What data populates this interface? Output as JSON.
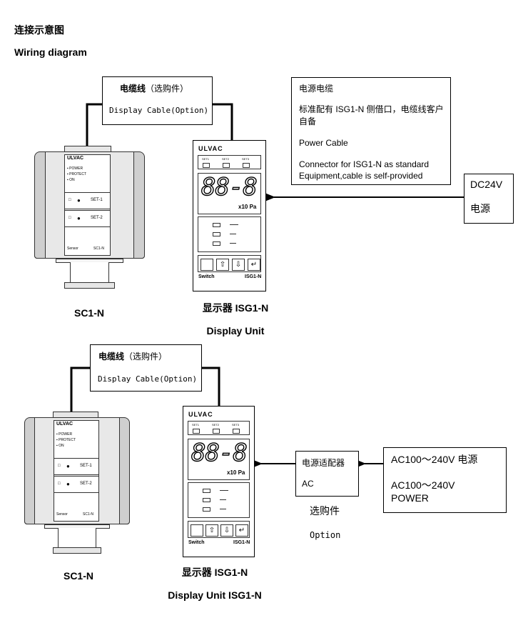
{
  "headings": {
    "cn": "连接示意图",
    "en": "Wiring diagram"
  },
  "brand": "ULVAC",
  "sensor": {
    "indicators": [
      "POWER",
      "PROTECT",
      "ON"
    ],
    "bottom_left": "Sensor",
    "bottom_right": "SC1-N",
    "labels_top": [
      "SET-1",
      "SET-2"
    ],
    "labels_bottom": [
      "SET-1",
      "SET-2"
    ]
  },
  "display_panel": {
    "top_keys": [
      "SET1",
      "SET2",
      "SET3"
    ],
    "digits": "88-8",
    "unit": "x10 Pa",
    "footer_left": "Switch",
    "footer_right": "ISG1-N"
  },
  "top": {
    "cable_box": {
      "title": "电缆线",
      "title_suffix": "（选购件）",
      "subtitle": "Display Cable(Option)"
    },
    "power_box": {
      "cn_title": "电源电缆",
      "cn_desc": "标准配有 ISG1-N 侧借口，电缆线客户自备",
      "en_title": "Power Cable",
      "en_desc": "Connector for ISG1-N as standard Equipment,cable is self-provided"
    },
    "dc_box": {
      "line1": "DC24V",
      "line2": "电源"
    },
    "sensor_caption": "SC1-N",
    "display_caption_cn": "显示器 ISG1-N",
    "display_caption_en": "Display Unit"
  },
  "bottom": {
    "cable_box": {
      "title": "电缆线",
      "title_suffix": "（选购件）",
      "subtitle": "Display Cable(Option)"
    },
    "adapter_box": {
      "line1": "电源适配器",
      "line2": "AC"
    },
    "option_cn": "选购件",
    "option_en": "Option",
    "ac_box": {
      "line1": "AC100～240V 电源",
      "line2": "AC100～240V",
      "line3": "POWER"
    },
    "sensor_caption": "SC1-N",
    "display_caption_cn": "显示器 ISG1-N",
    "display_caption_en": "Display Unit ISG1-N"
  }
}
